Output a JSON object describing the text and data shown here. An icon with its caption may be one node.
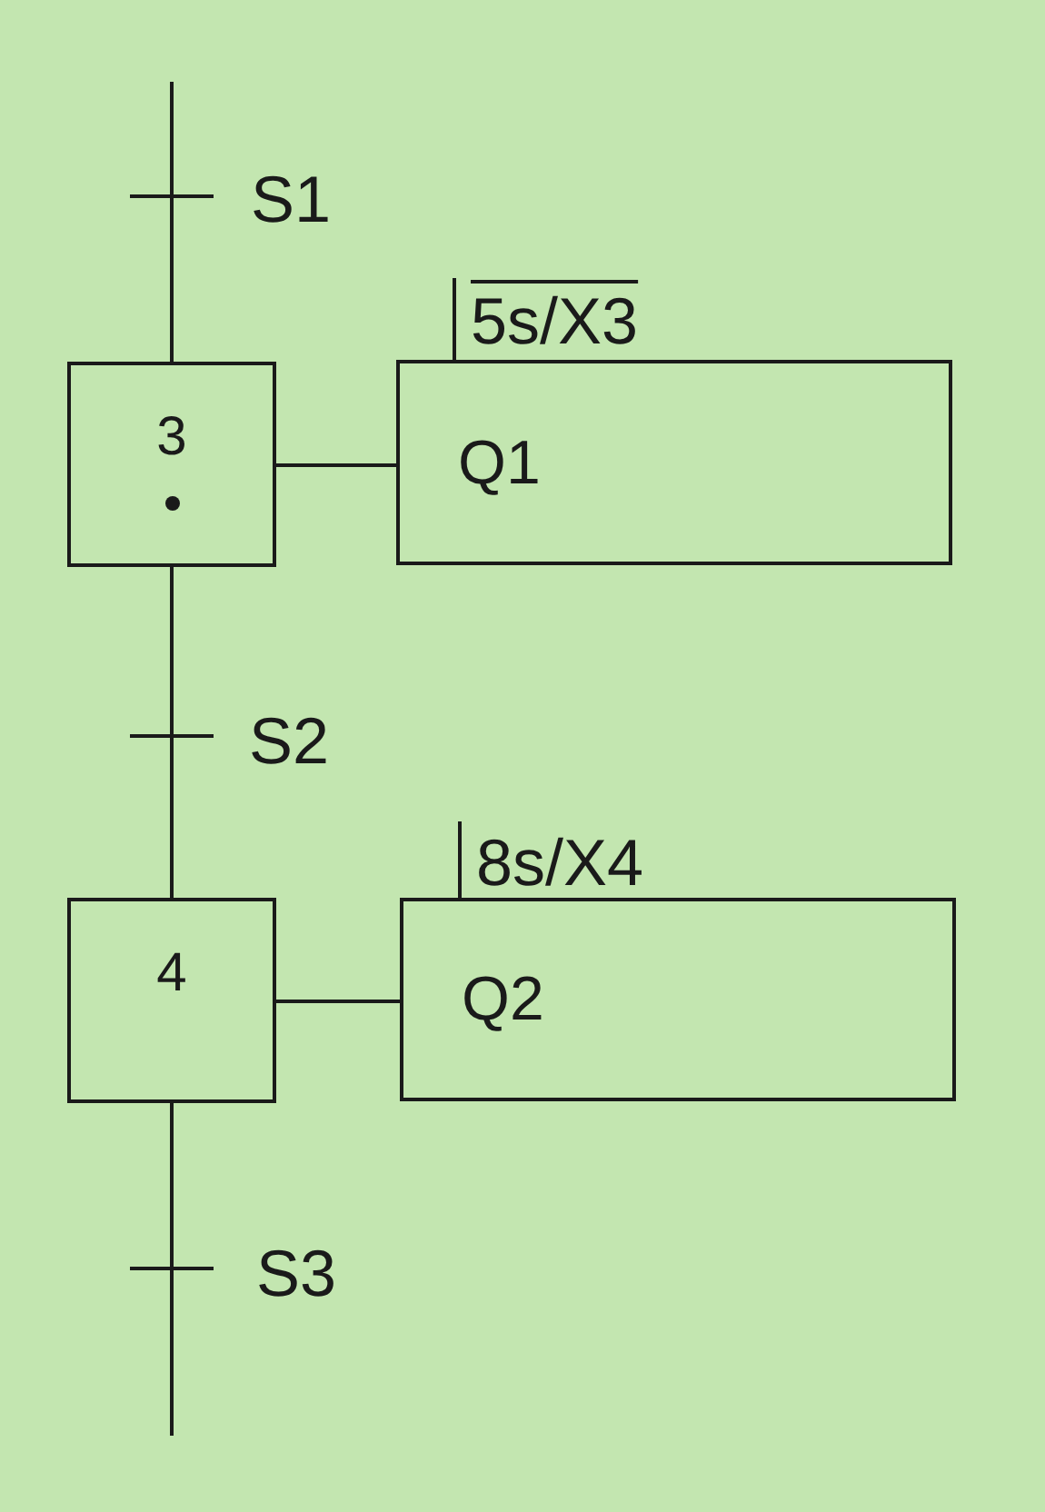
{
  "diagram": {
    "nodes": [
      {
        "text": [
          "3"
        ]
      },
      {
        "text": [
          "Q1"
        ],
        "beside": [
          "5s/X3"
        ]
      },
      {
        "text": [
          "4"
        ]
      },
      {
        "text": [
          "Q2"
        ],
        "beside": [
          "8s/X4"
        ]
      }
    ],
    "edges": [
      {
        "from": null,
        "to": 0,
        "arrow": "none",
        "label": "S1"
      },
      {
        "from": 0,
        "to": 2,
        "arrow": "none",
        "label": "S2"
      },
      {
        "from": 2,
        "to": null,
        "arrow": "none",
        "label": "S3"
      },
      {
        "from": 0,
        "to": 1,
        "arrow": "none"
      },
      {
        "from": 2,
        "to": 3,
        "arrow": "none"
      }
    ]
  }
}
